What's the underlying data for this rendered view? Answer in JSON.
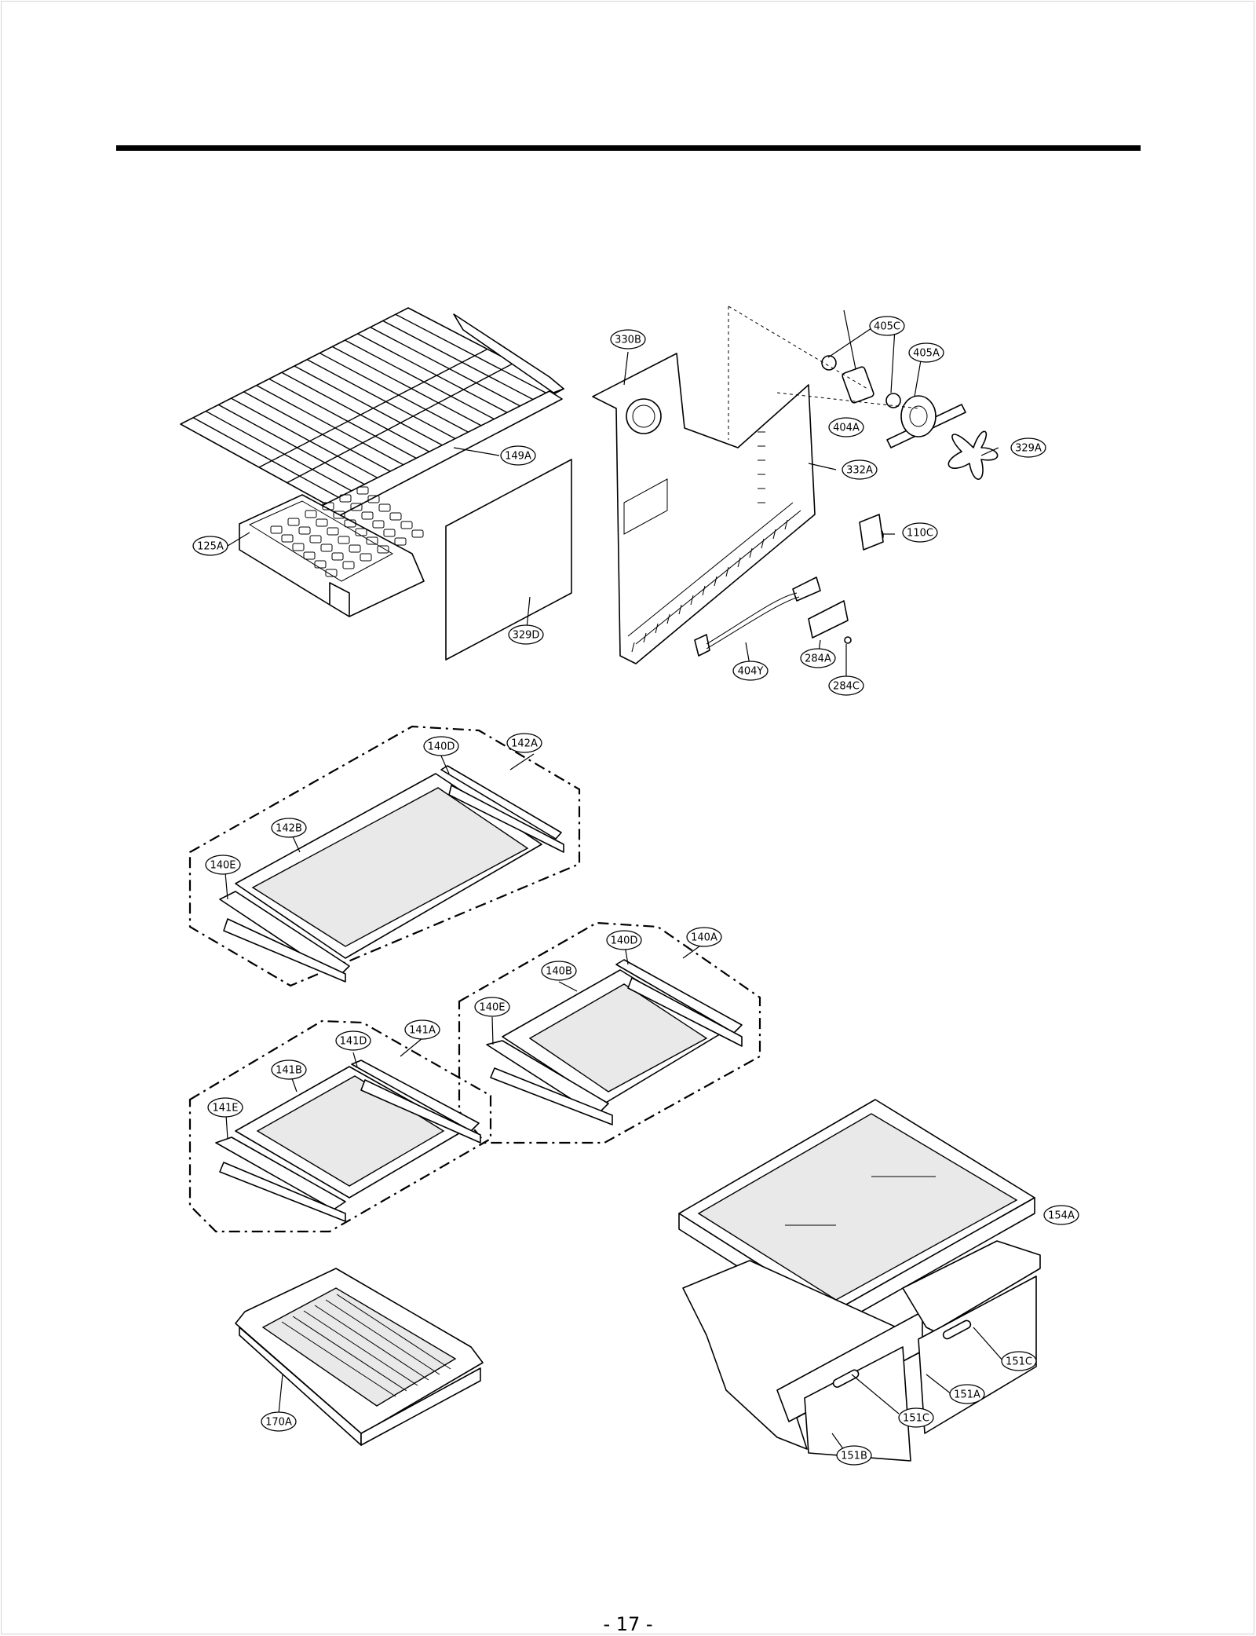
{
  "page": {
    "number": "- 17 -"
  },
  "diagram": {
    "callouts": {
      "c330B": "330B",
      "c405C": "405C",
      "c405A": "405A",
      "c404A": "404A",
      "c329A": "329A",
      "c149A": "149A",
      "c332A": "332A",
      "c125A": "125A",
      "c110C": "110C",
      "c329D": "329D",
      "c284A": "284A",
      "c404Y": "404Y",
      "c284C": "284C",
      "c140D_1": "140D",
      "c142A": "142A",
      "c142B": "142B",
      "c140E_1": "140E",
      "c140D_2": "140D",
      "c140A": "140A",
      "c140B": "140B",
      "c140E_2": "140E",
      "c141D": "141D",
      "c141A": "141A",
      "c141B": "141B",
      "c141E": "141E",
      "c154A": "154A",
      "c151C_1": "151C",
      "c151A": "151A",
      "c151C_2": "151C",
      "c151B": "151B",
      "c170A": "170A"
    }
  }
}
